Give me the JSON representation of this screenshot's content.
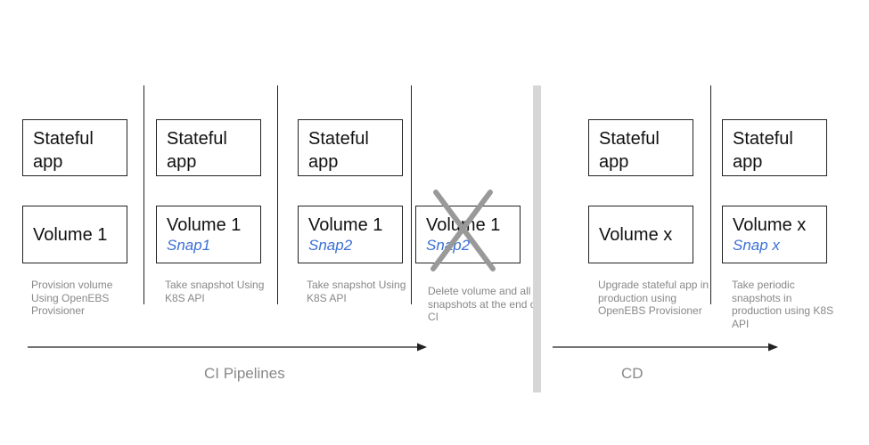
{
  "ci": {
    "stages": [
      {
        "app": "Stateful app",
        "volume": "Volume 1",
        "snap": "",
        "note": "Provision volume Using OpenEBS Provisioner"
      },
      {
        "app": "Stateful app",
        "volume": "Volume 1",
        "snap": "Snap1",
        "note": "Take snapshot Using K8S API"
      },
      {
        "app": "Stateful app",
        "volume": "Volume 1",
        "snap": "Snap2",
        "note": "Take snapshot Using K8S API"
      },
      {
        "app": "",
        "volume": "Volume 1",
        "snap": "Snap2",
        "note": "Delete volume and all snapshots at the end of CI",
        "deleted": true
      }
    ],
    "label": "CI Pipelines"
  },
  "cd": {
    "stages": [
      {
        "app": "Stateful app",
        "volume": "Volume x",
        "snap": "",
        "note": "Upgrade stateful app  in production using OpenEBS Provisioner"
      },
      {
        "app": "Stateful app",
        "volume": "Volume x",
        "snap": "Snap x",
        "note": "Take periodic snapshots in production using K8S API"
      }
    ],
    "label": "CD"
  },
  "colors": {
    "snap": "#3b6fd6",
    "note": "#888888",
    "cross": "#999999",
    "separator": "#d6d6d6"
  }
}
